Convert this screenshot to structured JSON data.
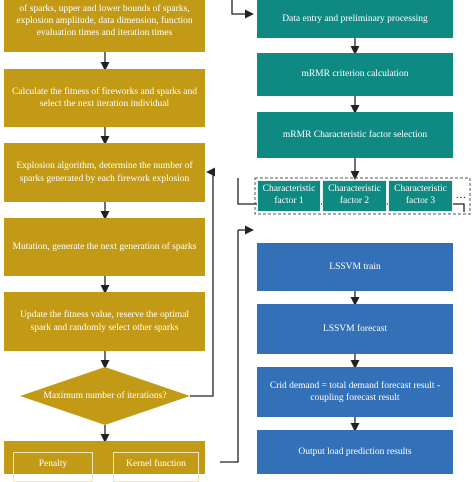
{
  "left_flow": {
    "init": "of sparks, upper and lower bounds of sparks, explosion amplitude, data dimension, function evaluation times and iteration times",
    "fitness": "Calculate the fitness of fireworks and sparks and select the next iteration individual",
    "explosion": "Explosion algorithm, determine the number of sparks generated by each firework explosion",
    "mutation": "Mutation, generate the next generation of sparks",
    "update": "Update the fitness value, reserve the optimal spark and randomly select other sparks",
    "decision": "Maximum number of iterations?",
    "penalty": "Penalty",
    "kernel": "Kernel function"
  },
  "right_flow": {
    "data_entry": "Data entry and preliminary processing",
    "mrmr_calc": "mRMR criterion calculation",
    "mrmr_select": "mRMR Characteristic factor selection",
    "factors": [
      "Characteristic factor 1",
      "Characteristic factor 2",
      "Characteristic factor 3"
    ],
    "factors_more": "…",
    "lssvm_train": "LSSVM train",
    "lssvm_forecast": "LSSVM forecast",
    "grid_demand": "Crid demand = total demand forecast result - coupling forecast result",
    "output": "Output load prediction results"
  },
  "colors": {
    "gold": "#c39a16",
    "teal": "#0f8a83",
    "blue": "#3470b8",
    "line": "#222222"
  }
}
